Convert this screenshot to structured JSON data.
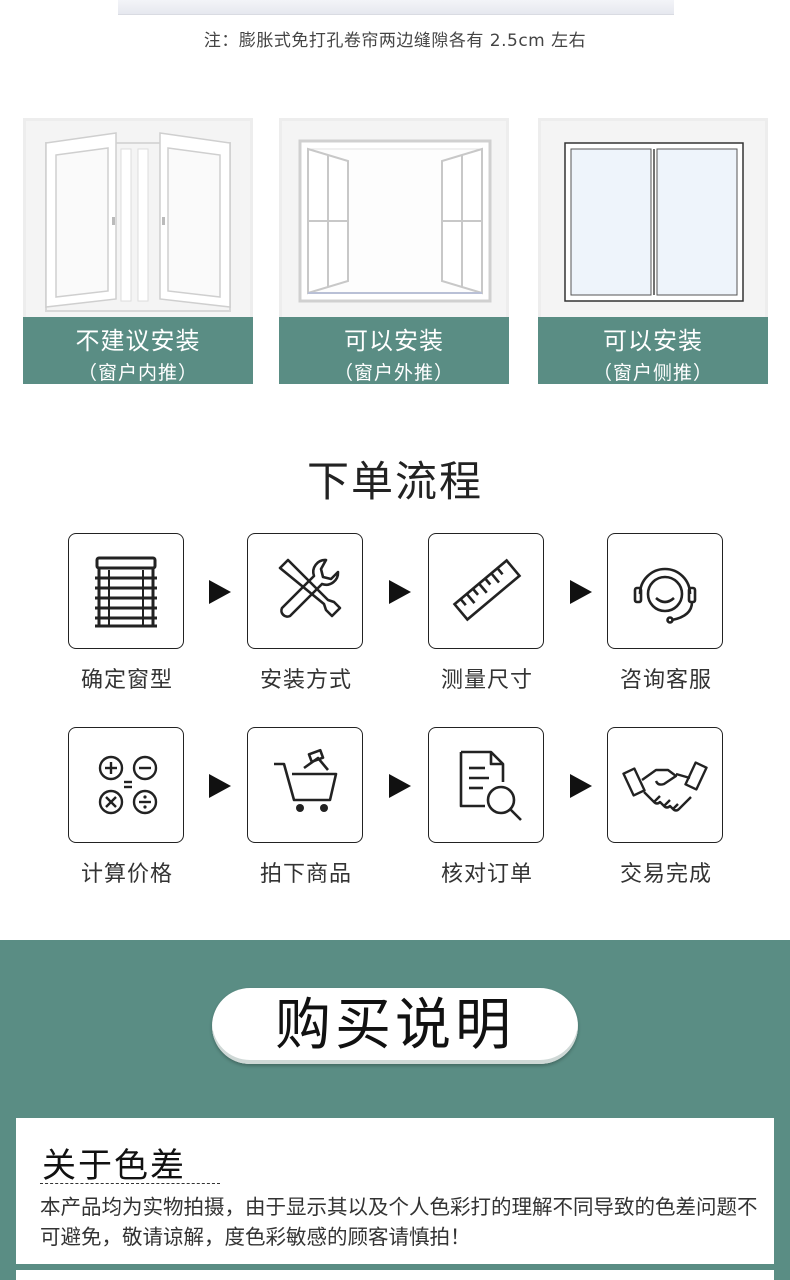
{
  "note": "注：膨胀式免打孔卷帘两边缝隙各有 2.5cm 左右",
  "windows": [
    {
      "title": "不建议安装",
      "sub": "（窗户内推）"
    },
    {
      "title": "可以安装",
      "sub": "（窗户外推）"
    },
    {
      "title": "可以安装",
      "sub": "（窗户侧推）"
    }
  ],
  "process": {
    "title": "下单流程",
    "steps": [
      {
        "label": "确定窗型",
        "icon": "blinds-icon"
      },
      {
        "label": "安装方式",
        "icon": "tools-icon"
      },
      {
        "label": "测量尺寸",
        "icon": "ruler-icon"
      },
      {
        "label": "咨询客服",
        "icon": "headset-icon"
      },
      {
        "label": "计算价格",
        "icon": "calculator-icon"
      },
      {
        "label": "拍下商品",
        "icon": "cart-icon"
      },
      {
        "label": "核对订单",
        "icon": "document-search-icon"
      },
      {
        "label": "交易完成",
        "icon": "handshake-icon"
      }
    ]
  },
  "purchase": {
    "title": "购买说明",
    "color_title": "关于色差",
    "color_body": "本产品均为实物拍摄，由于显示其以及个人色彩打的理解不同导致的色差问题不可避免，敬请谅解，度色彩敏感的顾客请慎拍！"
  },
  "colors": {
    "accent": "#5a8d84"
  }
}
